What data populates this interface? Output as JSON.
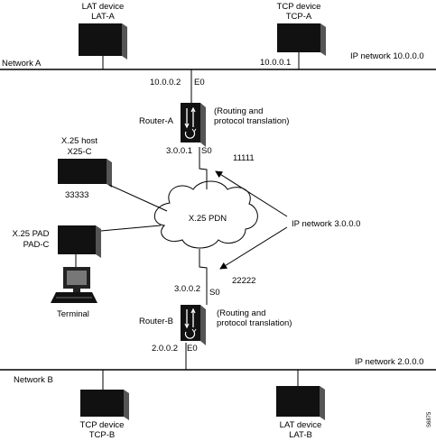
{
  "networks": {
    "network_a": "Network A",
    "network_b": "Network B",
    "ip_10": "IP network 10.0.0.0",
    "ip_3": "IP network 3.0.0.0",
    "ip_2": "IP network 2.0.0.0"
  },
  "devices": {
    "lat_a": {
      "type": "LAT device",
      "name": "LAT-A"
    },
    "tcp_a": {
      "type": "TCP device",
      "name": "TCP-A",
      "address": "10.0.0.1"
    },
    "x25_host": {
      "type": "X.25 host",
      "name": "X25-C",
      "address": "33333"
    },
    "x25_pad": {
      "type": "X.25 PAD",
      "name": "PAD-C"
    },
    "terminal": {
      "label": "Terminal"
    },
    "tcp_b": {
      "type": "TCP device",
      "name": "TCP-B"
    },
    "lat_b": {
      "type": "LAT device",
      "name": "LAT-B"
    }
  },
  "router_a": {
    "name": "Router-A",
    "e0_address": "10.0.0.2",
    "e0_label": "E0",
    "s0_address": "3.0.0.1",
    "s0_label": "S0",
    "x25_address": "11111",
    "note_line1": "(Routing and",
    "note_line2": "protocol translation)"
  },
  "router_b": {
    "name": "Router-B",
    "s0_address": "3.0.0.2",
    "s0_label": "S0",
    "x25_address": "22222",
    "e0_address": "2.0.0.2",
    "e0_label": "E0",
    "note_line1": "(Routing and",
    "note_line2": "protocol translation)"
  },
  "cloud": {
    "label": "X.25 PDN"
  },
  "figure_id": "S6875"
}
